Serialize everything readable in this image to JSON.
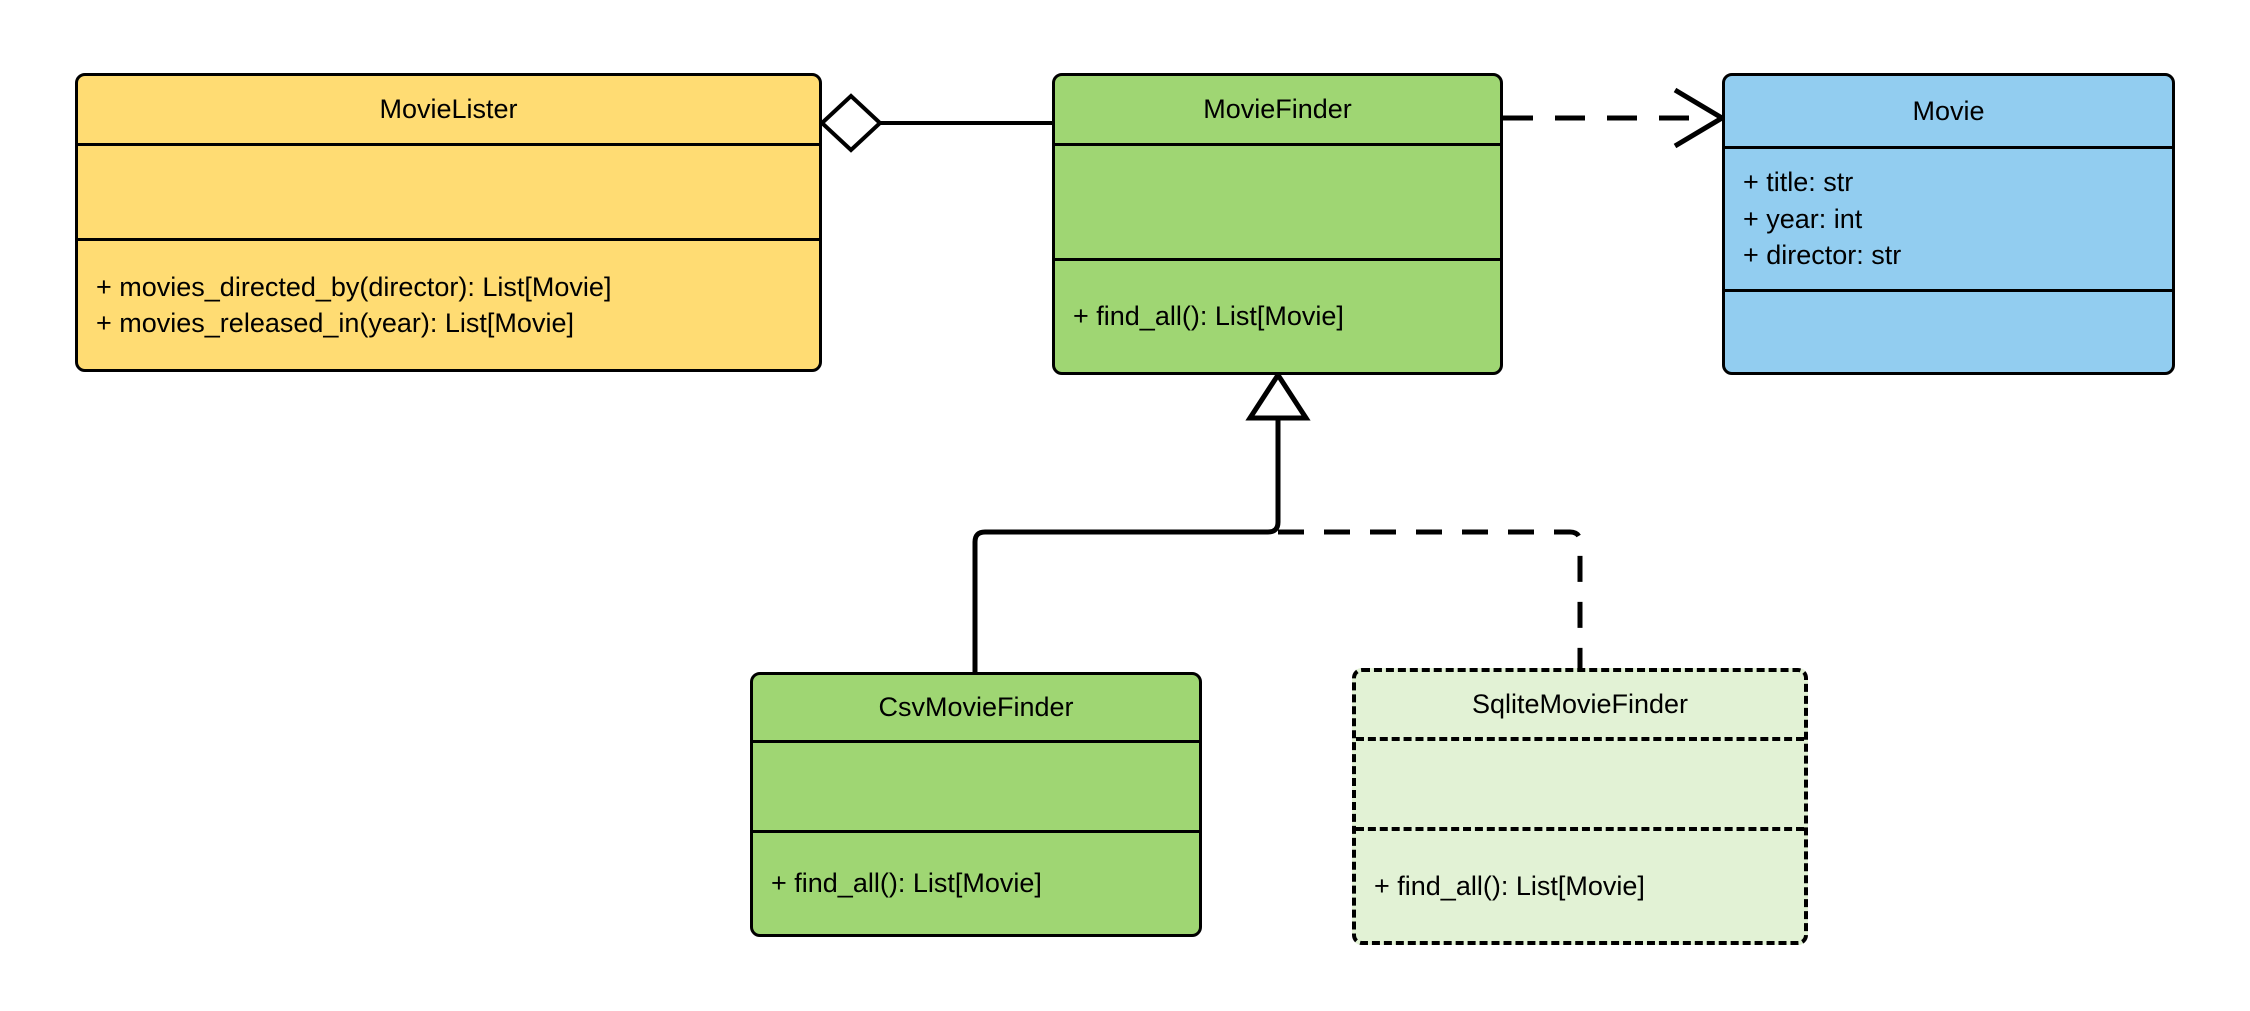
{
  "diagram": {
    "kind": "uml-class-diagram",
    "background": "#ffffff",
    "line_color": "#000000"
  },
  "colors": {
    "lister_fill": "#FFDC73",
    "finder_fill": "#9FD673",
    "movie_fill": "#92CDF0",
    "sqlite_fill": "#E2F2D5",
    "stroke": "#000000"
  },
  "classes": {
    "movie_lister": {
      "name": "MovieLister",
      "attributes": [],
      "methods": [
        "+ movies_directed_by(director): List[Movie]",
        "+ movies_released_in(year): List[Movie]"
      ]
    },
    "movie_finder": {
      "name": "MovieFinder",
      "attributes": [],
      "methods": [
        "+ find_all(): List[Movie]"
      ]
    },
    "movie": {
      "name": "Movie",
      "attributes": [
        "+ title: str",
        "+ year: int",
        "+ director: str"
      ],
      "methods": []
    },
    "csv_movie_finder": {
      "name": "CsvMovieFinder",
      "attributes": [],
      "methods": [
        "+ find_all(): List[Movie]"
      ]
    },
    "sqlite_movie_finder": {
      "name": "SqliteMovieFinder",
      "attributes": [],
      "methods": [
        "+ find_all(): List[Movie]"
      ]
    }
  },
  "relationships": [
    {
      "id": "aggregation-lister-finder",
      "type": "aggregation",
      "from": "MovieLister",
      "to": "MovieFinder",
      "line_style": "solid",
      "source_marker": "hollow-diamond",
      "target_marker": "none"
    },
    {
      "id": "dependency-finder-movie",
      "type": "dependency",
      "from": "MovieFinder",
      "to": "Movie",
      "line_style": "dashed",
      "source_marker": "none",
      "target_marker": "open-arrow"
    },
    {
      "id": "inheritance-csv-finder",
      "type": "generalization",
      "from": "CsvMovieFinder",
      "to": "MovieFinder",
      "line_style": "solid",
      "source_marker": "none",
      "target_marker": "hollow-triangle"
    },
    {
      "id": "realization-sqlite-finder",
      "type": "realization",
      "from": "SqliteMovieFinder",
      "to": "MovieFinder",
      "line_style": "dashed",
      "source_marker": "none",
      "target_marker": "hollow-triangle"
    }
  ]
}
